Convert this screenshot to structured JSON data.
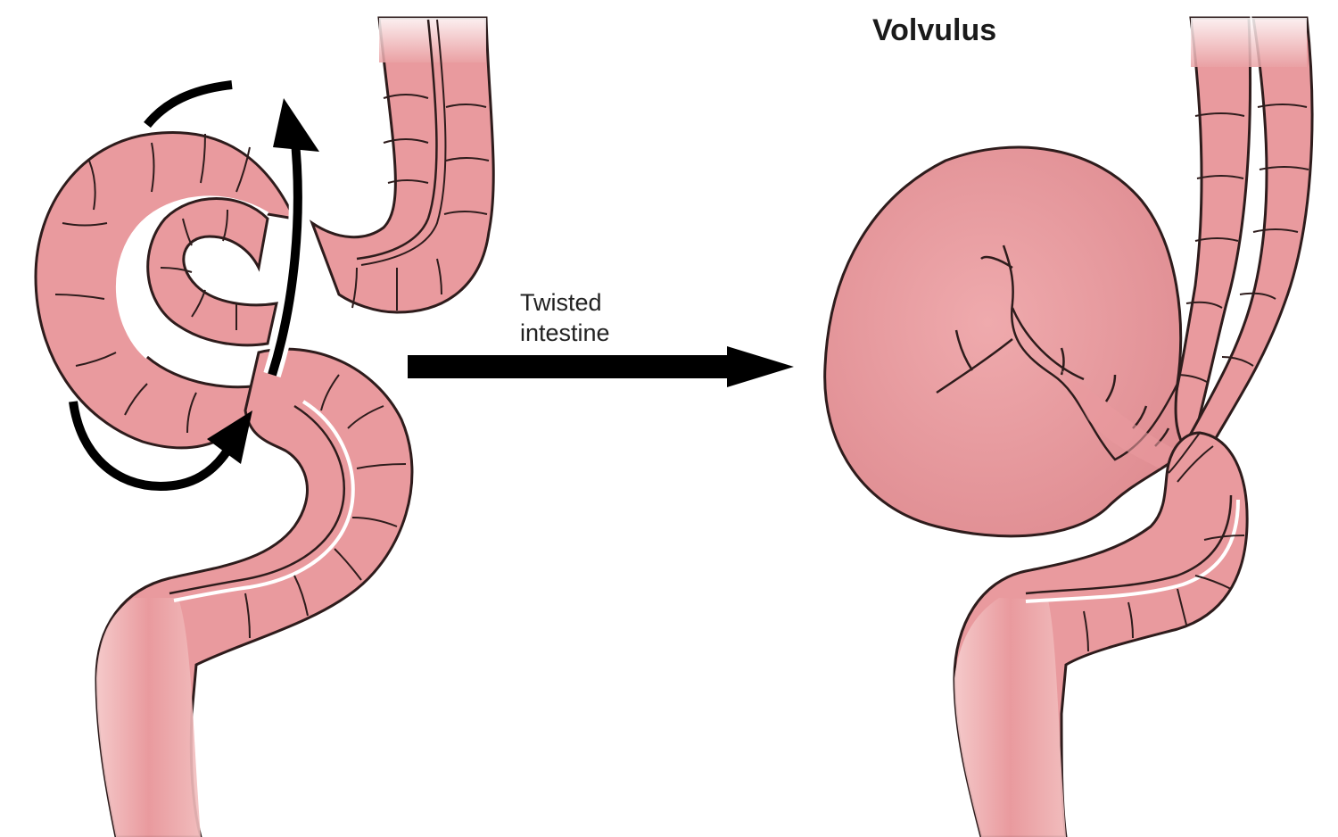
{
  "diagram": {
    "title": "Volvulus",
    "arrow_label": {
      "line1": "Twisted",
      "line2": "intestine"
    }
  },
  "colors": {
    "tissue_fill": "#e99a9e",
    "tissue_light": "#f4c4c4",
    "tissue_outline": "#2e1c1c",
    "arrow": "#000000",
    "background": "#ffffff"
  },
  "panels": [
    {
      "name": "normal-colon-with-rotation-arrows",
      "side": "left"
    },
    {
      "name": "volvulus-twisted-colon",
      "side": "right"
    }
  ]
}
